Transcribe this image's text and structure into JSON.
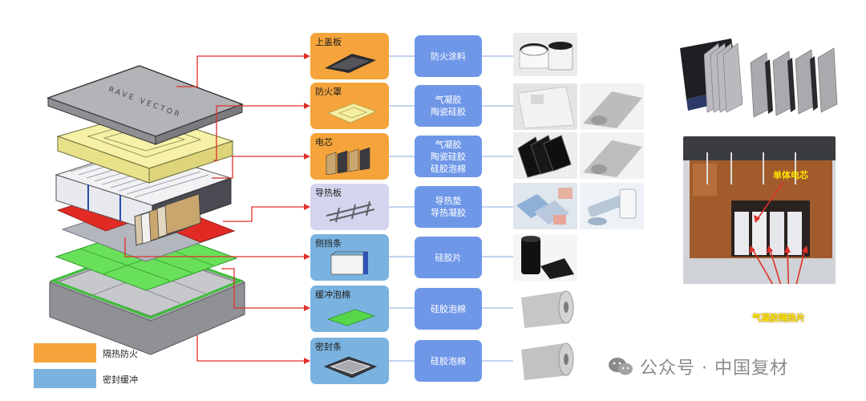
{
  "components": [
    {
      "label": "上盖板",
      "category": "orange",
      "materials": [
        "防火涂料"
      ]
    },
    {
      "label": "防火罩",
      "category": "orange",
      "materials": [
        "气凝胶",
        "陶瓷硅胶"
      ]
    },
    {
      "label": "电芯",
      "category": "orange",
      "materials": [
        "气凝胶",
        "陶瓷硅胶",
        "硅胶泡棉"
      ]
    },
    {
      "label": "导热板",
      "category": "lavender",
      "materials": [
        "导热垫",
        "导热凝胶"
      ]
    },
    {
      "label": "侧挡条",
      "category": "blue",
      "materials": [
        "硅胶片"
      ]
    },
    {
      "label": "缓冲泡棉",
      "category": "blue",
      "materials": [
        "硅胶泡棉"
      ]
    },
    {
      "label": "密封条",
      "category": "blue",
      "materials": [
        "硅胶泡棉"
      ]
    }
  ],
  "legend": [
    {
      "label": "隔热防火",
      "color": "#f4a43a"
    },
    {
      "label": "密封缓冲",
      "color": "#7ab3e0"
    }
  ],
  "lid_text": "RAVE VECTOR",
  "photo_annotations": {
    "cell": "单体电芯",
    "aerogel": "气凝胶隔热片"
  },
  "watermark": "公众号 · 中国复材",
  "colors": {
    "orange": "#f4a43a",
    "blue": "#7ab3e0",
    "lavender": "#d3d5ee",
    "material": "#6f97e8",
    "arrow": "#e0302a"
  }
}
